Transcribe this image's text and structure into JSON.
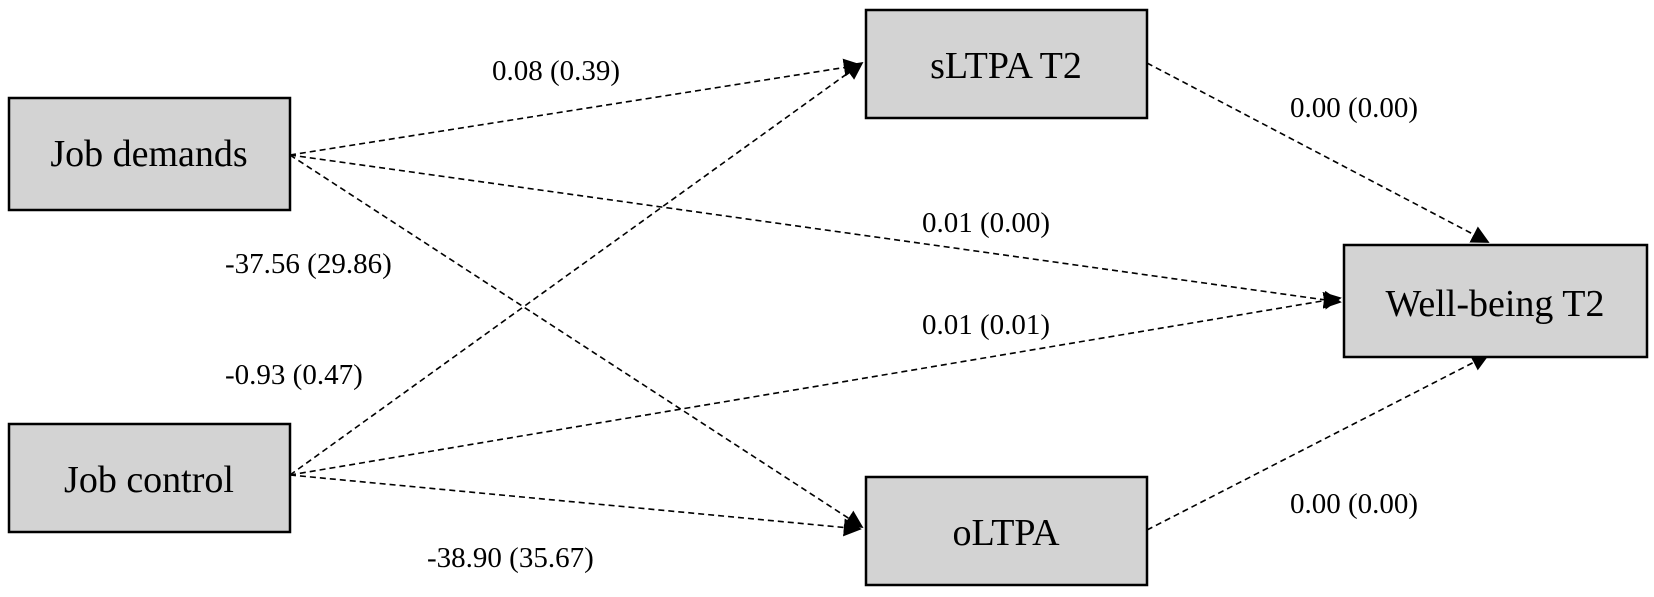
{
  "nodes": {
    "job_demands": "Job demands",
    "job_control": "Job control",
    "sltpa_t2": "sLTPA T2",
    "oltpa": "oLTPA",
    "wellbeing_t2": "Well-being T2"
  },
  "edges": {
    "demands_to_sltpa": "0.08 (0.39)",
    "sltpa_to_wellbeing": "0.00 (0.00)",
    "demands_to_wellbeing": "0.01 (0.00)",
    "demands_to_oltpa": "-37.56 (29.86)",
    "control_to_wellbeing": "0.01 (0.01)",
    "control_to_sltpa": "-0.93 (0.47)",
    "oltpa_to_wellbeing": "0.00 (0.00)",
    "control_to_oltpa": "-38.90 (35.67)"
  },
  "colors": {
    "box_fill": "#d3d3d3",
    "stroke": "#000000"
  }
}
